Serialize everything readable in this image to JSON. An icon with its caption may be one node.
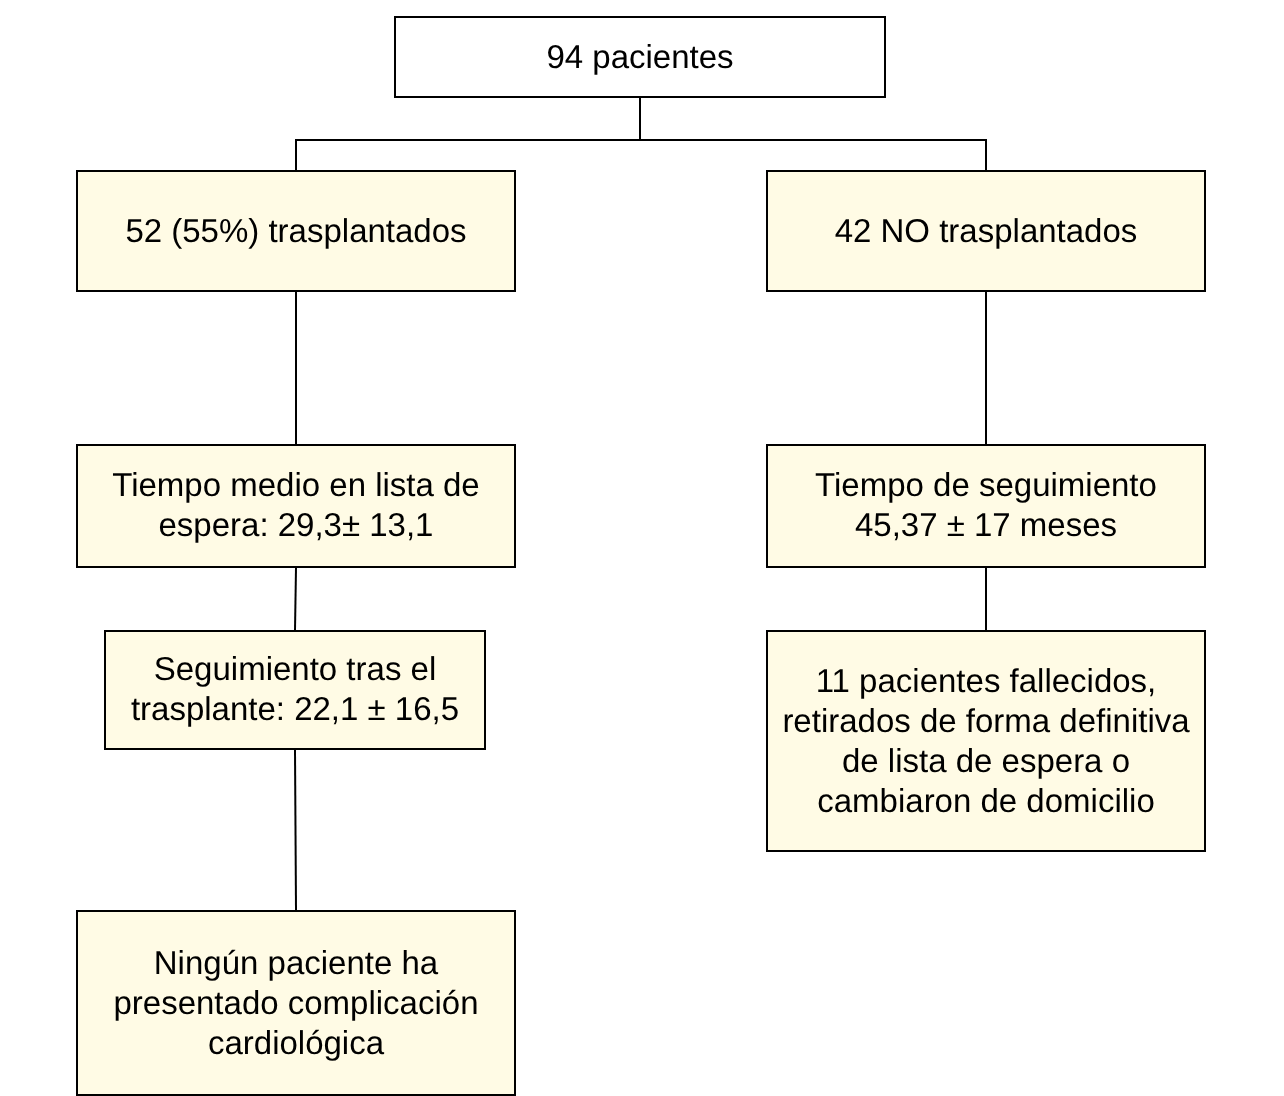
{
  "diagram": {
    "nodes": [
      {
        "text": [
          "94 pacientes"
        ]
      },
      {
        "text": [
          "52 (55%) trasplantados"
        ]
      },
      {
        "text": [
          "42 NO trasplantados"
        ]
      },
      {
        "text": [
          "Tiempo medio en lista de espera: 29,3± 13,1"
        ]
      },
      {
        "text": [
          "Seguimiento tras el trasplante: 22,1 ± 16,5"
        ]
      },
      {
        "text": [
          "Ningún paciente ha presentado complicación cardiológica"
        ]
      },
      {
        "text": [
          "Tiempo de seguimiento 45,37 ± 17 meses"
        ]
      },
      {
        "text": [
          "11 pacientes fallecidos, retirados de forma definitiva de lista de espera o cambiaron de domicilio"
        ]
      }
    ],
    "edges": [
      {
        "from": 0,
        "to": 1,
        "arrow": "none"
      },
      {
        "from": 0,
        "to": 2,
        "arrow": "none"
      },
      {
        "from": 1,
        "to": 3,
        "arrow": "none"
      },
      {
        "from": 3,
        "to": 4,
        "arrow": "none"
      },
      {
        "from": 4,
        "to": 5,
        "arrow": "none"
      },
      {
        "from": 2,
        "to": 6,
        "arrow": "none"
      },
      {
        "from": 6,
        "to": 7,
        "arrow": "none"
      }
    ]
  }
}
